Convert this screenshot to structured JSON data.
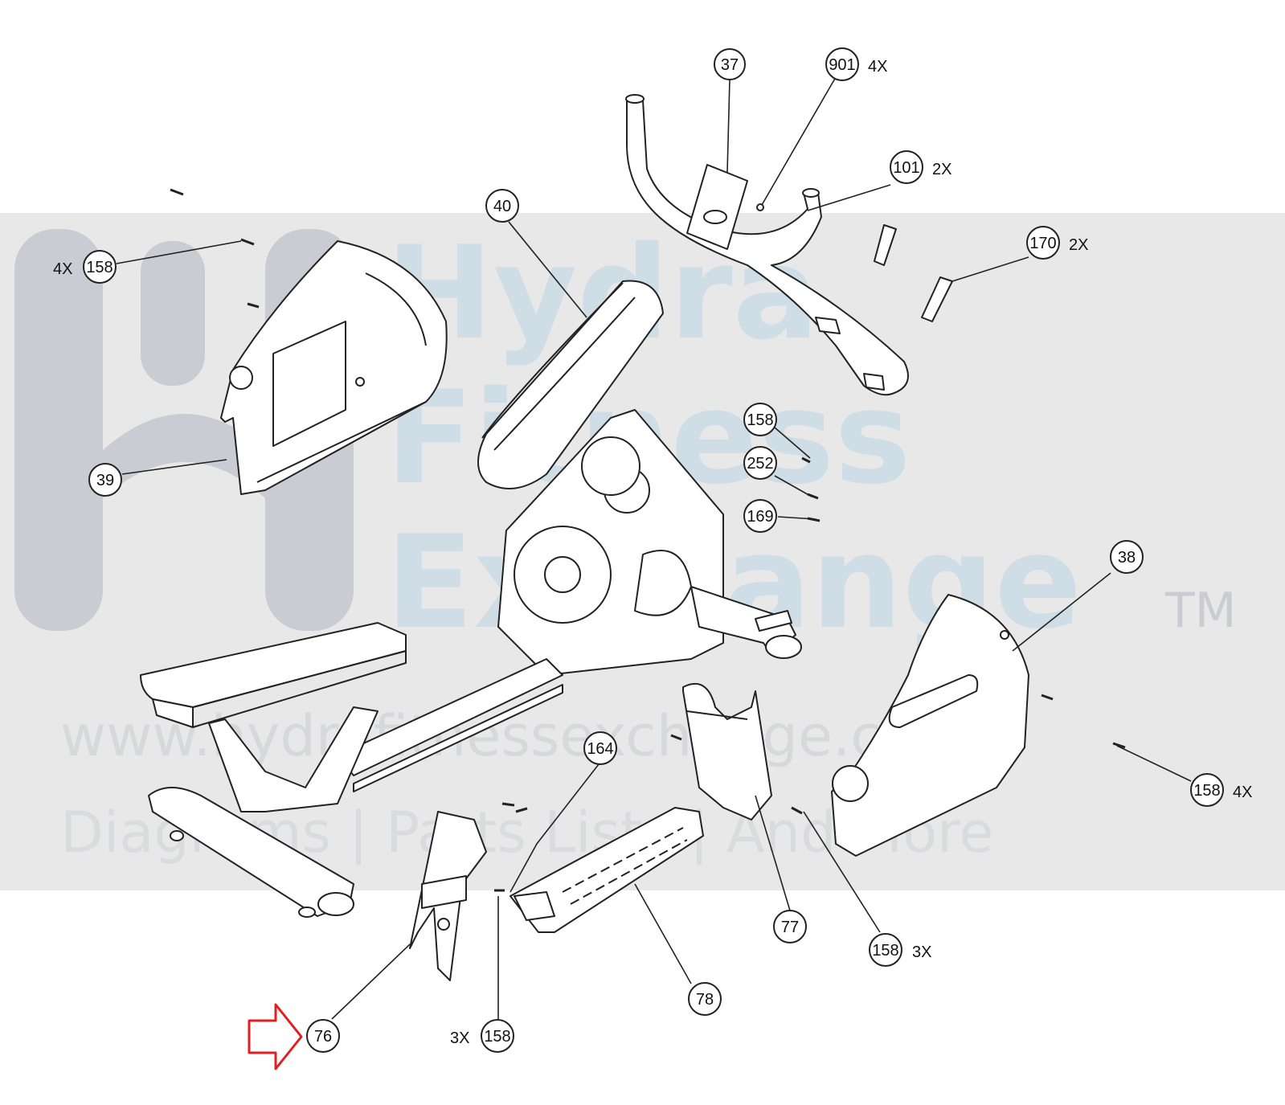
{
  "watermark": {
    "line1": "Hydra",
    "line2": "Fitness",
    "line3": "Exchange",
    "tm": "TM",
    "url": "www.hydrafitnessexchange.com",
    "tagline": "Diagrams | Parts Lists | And More"
  },
  "callouts": [
    {
      "id": "37",
      "qty": ""
    },
    {
      "id": "901",
      "qty": "4X"
    },
    {
      "id": "101",
      "qty": "2X"
    },
    {
      "id": "170",
      "qty": "2X"
    },
    {
      "id": "40",
      "qty": ""
    },
    {
      "id": "158",
      "qty": "4X"
    },
    {
      "id": "39",
      "qty": ""
    },
    {
      "id": "158",
      "qty": ""
    },
    {
      "id": "252",
      "qty": ""
    },
    {
      "id": "169",
      "qty": ""
    },
    {
      "id": "38",
      "qty": ""
    },
    {
      "id": "158",
      "qty": "4X"
    },
    {
      "id": "164",
      "qty": ""
    },
    {
      "id": "77",
      "qty": ""
    },
    {
      "id": "158",
      "qty": "3X"
    },
    {
      "id": "78",
      "qty": ""
    },
    {
      "id": "76",
      "qty": ""
    },
    {
      "id": "158",
      "qty": "3X"
    }
  ],
  "colors": {
    "line": "#222222",
    "band": "#e8e8e8",
    "watermark_gray": "#c9ccd3",
    "watermark_blue": "#cfdde6",
    "highlight_arrow": "#e02020"
  },
  "highlight": {
    "target": "76",
    "icon": "red-arrow-icon"
  }
}
